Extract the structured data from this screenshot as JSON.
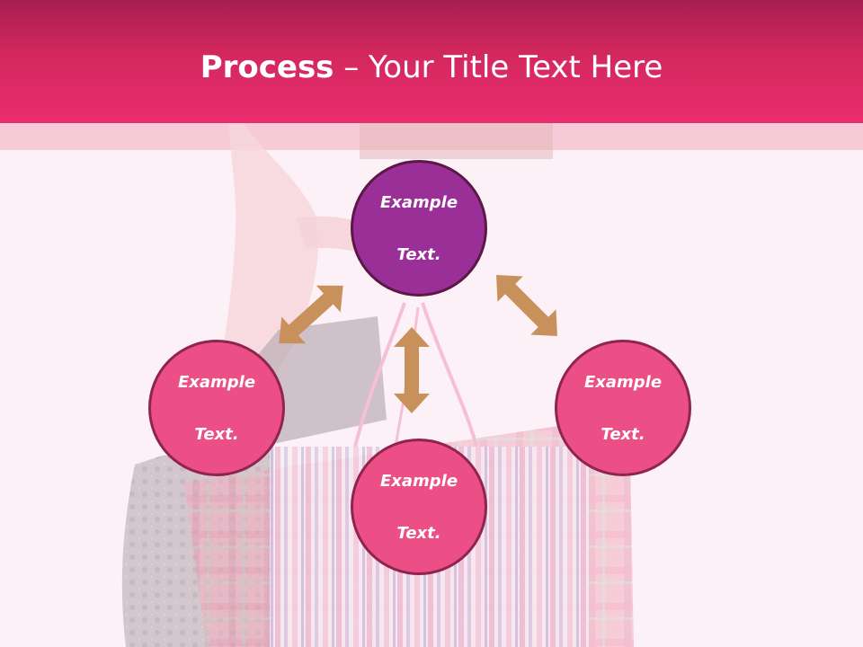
{
  "slide": {
    "title_bold": "Process",
    "title_rest": " – Your Title Text Here"
  },
  "nodes": {
    "top": {
      "line1": "Example",
      "line2": "Text."
    },
    "left": {
      "line1": "Example",
      "line2": "Text."
    },
    "bottom": {
      "line1": "Example",
      "line2": "Text."
    },
    "right": {
      "line1": "Example",
      "line2": "Text."
    }
  },
  "colors": {
    "header": "#e2296a",
    "band": "#f3b6c6",
    "background": "#fcf1f6",
    "node_pink": "#ec4f86",
    "node_purple": "#9b2f98",
    "arrow": "#c8905a"
  },
  "icons": [
    "double-headed-arrow",
    "shopping-bags-photo"
  ]
}
